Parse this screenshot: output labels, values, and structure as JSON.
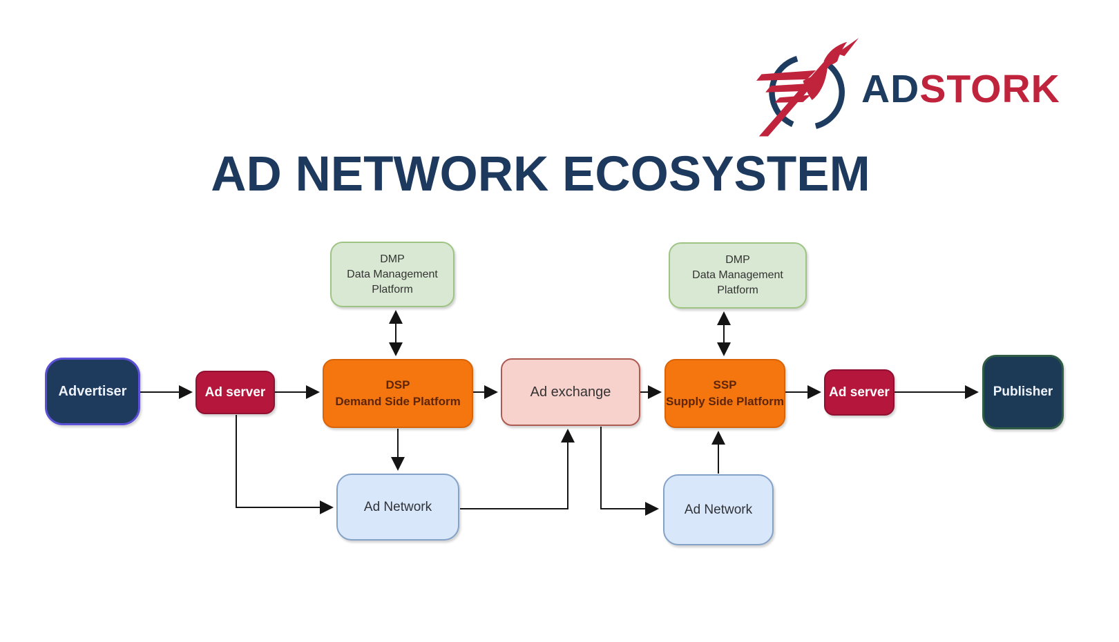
{
  "logo": {
    "word_part_1": "AD",
    "word_part_2": "STORK",
    "icon": "stork-bird-in-circle-icon"
  },
  "title": "AD NETWORK ECOSYSTEM",
  "nodes": {
    "advertiser": {
      "label": "Advertiser"
    },
    "ad_server_left": {
      "label": "Ad server"
    },
    "dmp_left": {
      "line1": "DMP",
      "line2": "Data Management",
      "line3": "Platform"
    },
    "dsp": {
      "line1": "DSP",
      "line2": "Demand Side Platform"
    },
    "ad_exchange": {
      "label": "Ad exchange"
    },
    "ssp": {
      "line1": "SSP",
      "line2": "Supply Side Platform"
    },
    "dmp_right": {
      "line1": "DMP",
      "line2": "Data Management",
      "line3": "Platform"
    },
    "ad_server_right": {
      "label": "Ad server"
    },
    "publisher": {
      "label": "Publisher"
    },
    "ad_network_left": {
      "label": "Ad Network"
    },
    "ad_network_right": {
      "label": "Ad Network"
    }
  },
  "edges": [
    {
      "from": "advertiser",
      "to": "ad_server_left",
      "direction": "one-way"
    },
    {
      "from": "ad_server_left",
      "to": "dsp",
      "direction": "one-way"
    },
    {
      "from": "dmp_left",
      "to": "dsp",
      "direction": "two-way"
    },
    {
      "from": "dsp",
      "to": "ad_exchange",
      "direction": "one-way"
    },
    {
      "from": "ad_exchange",
      "to": "ssp",
      "direction": "one-way"
    },
    {
      "from": "dmp_right",
      "to": "ssp",
      "direction": "two-way"
    },
    {
      "from": "ssp",
      "to": "ad_server_right",
      "direction": "one-way"
    },
    {
      "from": "ad_server_right",
      "to": "publisher",
      "direction": "one-way"
    },
    {
      "from": "dsp",
      "to": "ad_network_left",
      "direction": "one-way"
    },
    {
      "from": "ad_server_left",
      "to": "ad_network_left",
      "direction": "one-way"
    },
    {
      "from": "ad_network_left",
      "to": "ad_exchange",
      "direction": "one-way"
    },
    {
      "from": "ad_exchange",
      "to": "ad_network_right",
      "direction": "one-way"
    },
    {
      "from": "ad_network_right",
      "to": "ssp",
      "direction": "one-way"
    }
  ],
  "colors": {
    "title_navy": "#1d3a5e",
    "logo_navy": "#1d3c5f",
    "logo_red": "#c0233c",
    "advertiser_fill": "#1e3a5c",
    "advertiser_border": "#5b50d6",
    "ad_server_fill": "#b5173c",
    "ad_server_border": "#8f1030",
    "dmp_fill": "#d9e8d2",
    "dmp_border": "#9dc483",
    "dsp_ssp_fill": "#f5760f",
    "dsp_ssp_border": "#d96408",
    "ad_exchange_fill": "#f7d1cc",
    "ad_exchange_border": "#ad5a52",
    "ad_network_fill": "#d9e7fa",
    "ad_network_border": "#84a2c7",
    "publisher_fill": "#1c3a55",
    "publisher_border": "#2e5c44",
    "arrow": "#141414"
  }
}
